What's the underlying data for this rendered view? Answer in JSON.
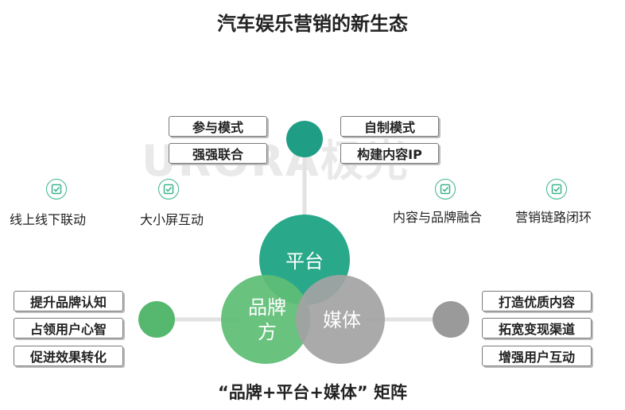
{
  "title": "汽车娱乐营销的新生态",
  "watermark": {
    "text": "URORA",
    "suffix": "极光"
  },
  "top_left_boxes": [
    "参与模式",
    "强强联合"
  ],
  "top_right_boxes": [
    "自制模式",
    "构建内容IP"
  ],
  "features_left": [
    "线上线下联动",
    "大小屏互动"
  ],
  "features_right": [
    "内容与品牌融合",
    "营销链路闭环"
  ],
  "left_boxes": [
    "提升品牌认知",
    "占领用户心智",
    "促进效果转化"
  ],
  "right_boxes": [
    "打造优质内容",
    "拓宽变现渠道",
    "增强用户互动"
  ],
  "venn": {
    "platform": {
      "label": "平台",
      "color": "#2aa98a"
    },
    "brand": {
      "label_line1": "品牌",
      "label_line2": "方",
      "color": "#5fbd75"
    },
    "media": {
      "label": "媒体",
      "color": "#a3a3a3"
    }
  },
  "connector_colors": {
    "top": "#1f9e85",
    "left": "#56b86e",
    "right": "#9a9a9a",
    "line": "#e2e2e2"
  },
  "caption": "“品牌+平台+媒体” 矩阵"
}
